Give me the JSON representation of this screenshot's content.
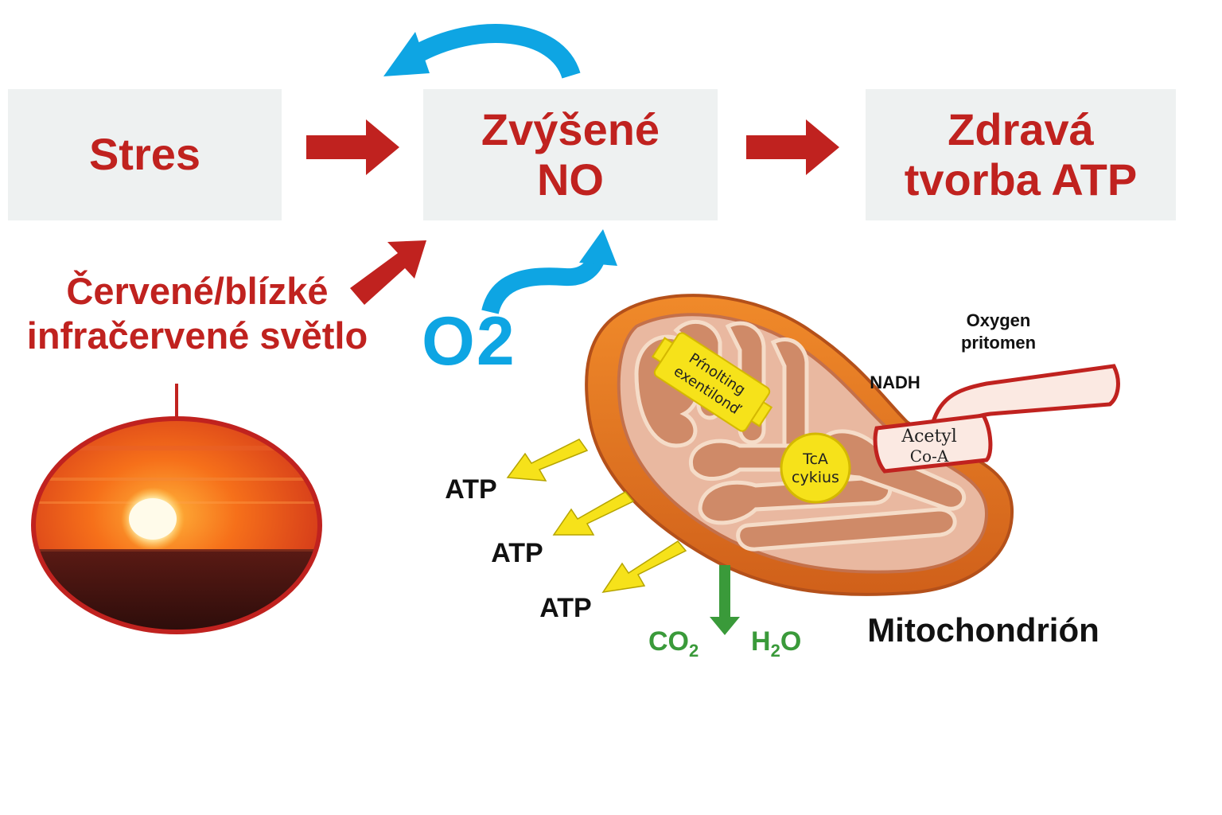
{
  "boxes": {
    "stres": "Stres",
    "no_line1": "Zvýšené",
    "no_line2": "NO",
    "atp_line1": "Zdravá",
    "atp_line2": "tvorba ATP"
  },
  "light_label": {
    "line1": "Červené/blízké",
    "line2": "infračervené světlo"
  },
  "o2_label": "O2",
  "mitochondrion": {
    "title": "Mitochondrión",
    "tag_line1": "Pŕnolting",
    "tag_line2": "exentilonď",
    "tca_line1": "TcA",
    "tca_line2": "cykius",
    "nadh": "NADH",
    "oxygen_line1": "Oxygen",
    "oxygen_line2": "pritomen",
    "acetyl_line1": "Acetyl",
    "acetyl_line2": "Co-A"
  },
  "products": {
    "atp1": "ATP",
    "atp2": "ATP",
    "atp3": "ATP",
    "co2_main": "CO",
    "co2_sub": "2",
    "h2o_h": "H",
    "h2o_sub": "2",
    "h2o_o": "O"
  },
  "colors": {
    "red": "#c0221f",
    "blue": "#0ea5e3",
    "yellow": "#f6e21a",
    "green": "#3a9a3a",
    "orange": "#e8741a"
  }
}
